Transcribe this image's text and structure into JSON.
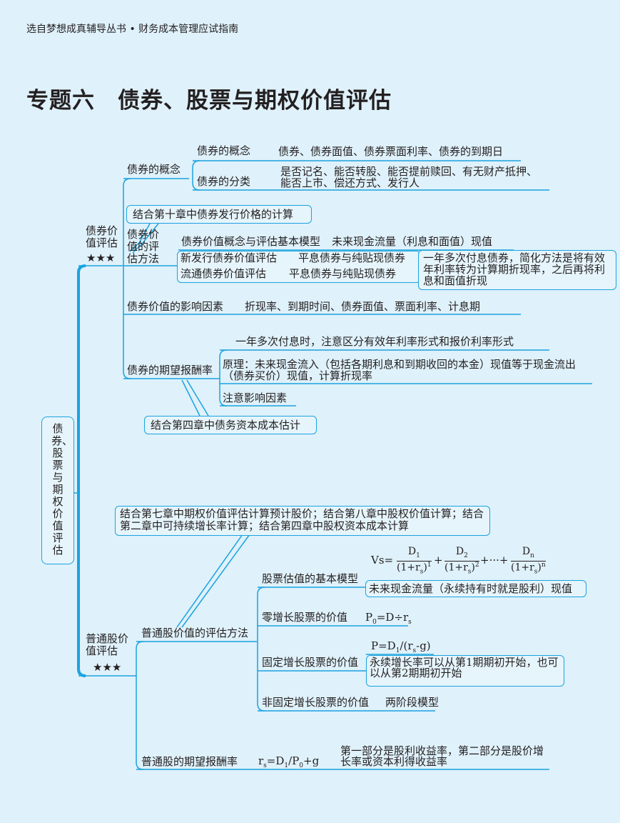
{
  "header": "选自梦想成真辅导丛书 • 财务成本管理应试指南",
  "title": "专题六　债券、股票与期权价值评估",
  "root": "债券、股票与期权价值评估",
  "colors": {
    "line": "#1aa3e0",
    "background": "#dff1fa"
  },
  "bond": {
    "label": "债券价值评估",
    "stars": "★★★",
    "concept": {
      "label": "债券的概念",
      "def_label": "债券的概念",
      "def_text": "债券、债券面值、债券票面利率、债券的到期日",
      "class_label": "债券的分类",
      "class_text": "是否记名、能否转股、能否提前赎回、有无财产抵押、能否上市、偿还方式、发行人"
    },
    "callout_ch10": "结合第十章中债券发行价格的计算",
    "method": {
      "label": "债券价值的评估方法",
      "basic_label": "债券价值概念与评估基本模型",
      "basic_text": "未来现金流量（利息和面值）现值",
      "new_label": "新发行债券价值评估",
      "new_text": "平息债券与纯贴现债券",
      "circ_label": "流通债券价值评估",
      "circ_text": "平息债券与纯贴现债券",
      "note": "一年多次付息债券，简化方法是将有效年利率转为计算期折现率，之后再将利息和面值折现"
    },
    "factors": {
      "label": "债券价值的影响因素",
      "text": "折现率、到期时间、债券面值、票面利率、计息期"
    },
    "return": {
      "label": "债券的期望报酬率",
      "item1": "一年多次付息时，注意区分有效年利率形式和报价利率形式",
      "item2": "原理：未来现金流入（包括各期利息和到期收回的本金）现值等于现金流出（债券买价）现值，计算折现率",
      "item3": "注意影响因素"
    },
    "callout_ch4": "结合第四章中债务资本成本估计"
  },
  "stock": {
    "label": "普通股价值评估",
    "stars": "★★★",
    "callout": "结合第七章中期权价值评估计算预计股价；结合第八章中股权价值计算；结合第二章中可持续增长率计算；结合第四章中股权资本成本计算",
    "method": {
      "label": "普通股价值的评估方法",
      "basic_label": "股票估值的基本模型",
      "basic_note": "未来现金流量（永续持有时就是股利）现值",
      "zero_label": "零增长股票的价值",
      "const_label": "固定增长股票的价值",
      "const_note": "永续增长率可以从第1期期初开始，也可以从第2期期初开始",
      "nonconst_label": "非固定增长股票的价值",
      "nonconst_text": "两阶段模型"
    },
    "return": {
      "label": "普通股的期望报酬率",
      "note": "第一部分是股利收益率，第二部分是股价增长率或资本利得收益率"
    }
  }
}
